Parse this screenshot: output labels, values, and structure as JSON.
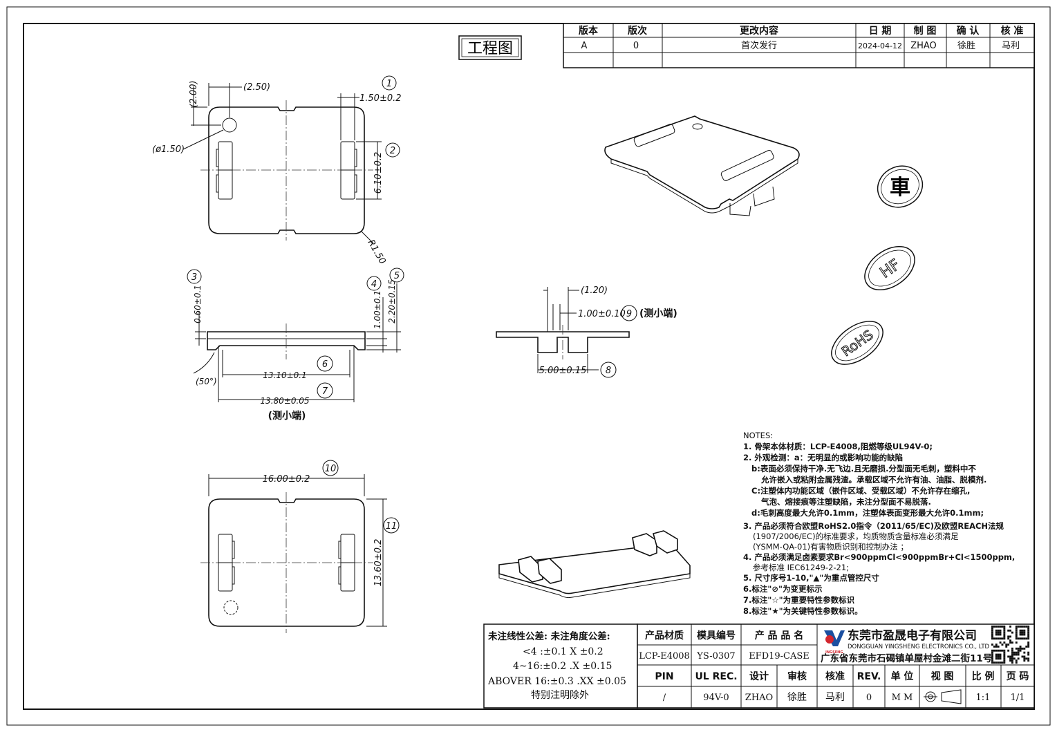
{
  "stamp_title": "工程图",
  "revision_table": {
    "headers": [
      "版本",
      "版次",
      "更改内容",
      "日 期",
      "制 图",
      "确 认",
      "核 准"
    ],
    "rows": [
      [
        "A",
        "0",
        "首次发行",
        "2024-04-12",
        "ZHAO",
        "徐胜",
        "马利"
      ]
    ]
  },
  "top_view": {
    "dims": [
      "(2.00)",
      "(2.50)",
      "1.50±0.2",
      "(ø1.50)",
      "6.10±0.2",
      "R1.50"
    ],
    "balloons": [
      "1",
      "2"
    ]
  },
  "side_view": {
    "dims": [
      "0.60±0.1",
      "1.00±0.1",
      "2.20±0.15",
      "(50°)",
      "13.10±0.1",
      "13.80±0.05"
    ],
    "balloons": [
      "3",
      "4",
      "5",
      "6",
      "7"
    ],
    "caption": "(测小端)"
  },
  "end_view": {
    "dims": [
      "(1.20)",
      "1.00±0.10",
      "5.00±0.15"
    ],
    "balloons": [
      "9",
      "8"
    ],
    "caption": "(测小端)"
  },
  "bottom_view": {
    "dims": [
      "16.00±0.2",
      "13.60±0.2"
    ],
    "balloons": [
      "10",
      "11"
    ]
  },
  "marks": [
    "車",
    "HF",
    "RoHS"
  ],
  "notes": [
    "NOTES:",
    "1. 骨架本体材质：LCP-E4008,阻燃等级UL94V-0;",
    "2. 外观检测：a：无明显的或影响功能的缺陷",
    "b:表面必须保持干净.无飞边.且无磨损.分型面无毛刺，塑料中不",
    "允许嵌入或粘附金属残渣。承载区域不允许有油、油脂、脱模剂.",
    "C:注塑体内功能区域（嵌件区域、受载区域）不允许存在缩孔,",
    "气泡、熔接痕等注塑缺陷，未注分型面不易脱落.",
    "d:毛刺高度最大允许0.1mm，注塑体表面变形最大允许0.1mm;",
    "3. 产品必须符合欧盟RoHS2.0指令（2011/65/EC)及欧盟REACH法规",
    "(1907/2006/EC)的标准要求，均质物质含量标准必须满足",
    "(YSMM-QA-01)有害物质识别和控制办法 ；",
    "4. 产品必须满足卤素要求Br<900ppmCl<900ppmBr+Cl<1500ppm,",
    "参考标准 IEC61249-2-21;",
    "5. 尺寸序号1-10,\"▲\"为重点管控尺寸",
    "6.标注\"⊘\"为变更标示",
    "7.标注\"☆\"为重要特性参数标识",
    "8.标注\"★\"为关键特性参数标识。"
  ],
  "tolerance": {
    "title": "未注线性公差:  未注角度公差:",
    "lines": [
      "<4 :±0.1   X ±0.2",
      "4~16:±0.2  .X ±0.15",
      "ABOVER 16:±0.3  .XX ±0.05",
      "特别注明除外"
    ]
  },
  "title_block": {
    "labels_row1": [
      "产品材质",
      "模具编号",
      "产 品 品 名"
    ],
    "values_row1": [
      "LCP-E4008",
      "YS-0307",
      "EFD19-CASE"
    ],
    "labels_row2": [
      "PIN",
      "UL REC.",
      "设计",
      "审核",
      "核准",
      "REV.",
      "单 位",
      "视 图",
      "比 例",
      "页 码"
    ],
    "values_row2": [
      "/",
      "94V-0",
      "ZHAO",
      "徐胜",
      "马利",
      "0",
      "M M",
      "",
      "1:1",
      "1/1"
    ],
    "company_cn": "东莞市盈晟电子有限公司",
    "company_en": "DONGGUAN YINGSHENG ELECTRONICS CO., LTD",
    "brand": "INGSENG",
    "address": "广东省东莞市石碣镇单屋村金滩二街11号"
  }
}
